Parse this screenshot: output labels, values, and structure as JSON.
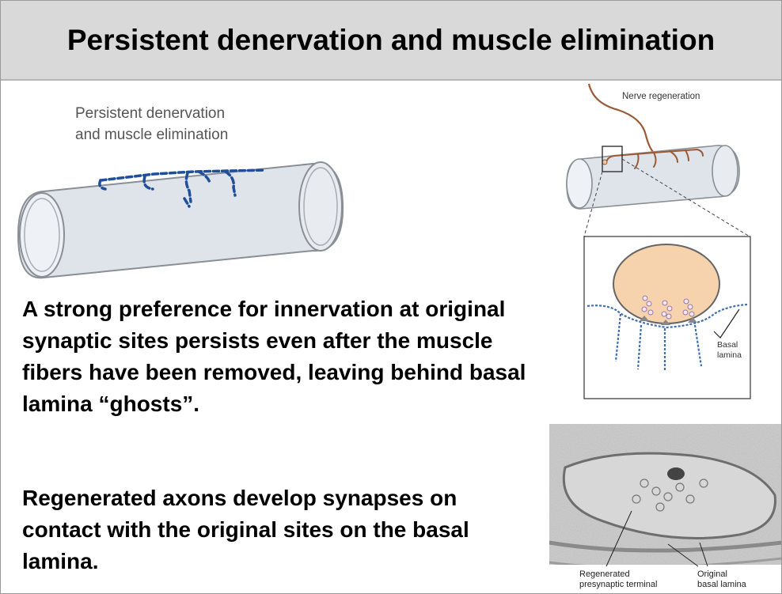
{
  "slide": {
    "title": "Persistent denervation and muscle elimination",
    "paragraphs": [
      "A strong preference for innervation at original synaptic sites persists even after the muscle fibers have been removed, leaving behind basal lamina “ghosts”.",
      "Regenerated axons develop synapses on contact with the original sites on the basal lamina."
    ]
  },
  "figure_left": {
    "caption_line1": "Persistent denervation",
    "caption_line2": "and muscle elimination"
  },
  "figure_right": {
    "nerve_label": "Nerve regeneration",
    "basal_label_line1": "Basal",
    "basal_label_line2": "lamina"
  },
  "em_photo": {
    "label_terminal_line1": "Regenerated",
    "label_terminal_line2": "presynaptic terminal",
    "label_lamina_line1": "Original",
    "label_lamina_line2": "basal lamina"
  },
  "colors": {
    "title_bar": "#d9d9d9",
    "fiber_fill": "#dde3ea",
    "synapse_blue": "#1f4e9a",
    "nerve_brown": "#9a5a35",
    "terminal_fill": "#f6d3ad"
  }
}
